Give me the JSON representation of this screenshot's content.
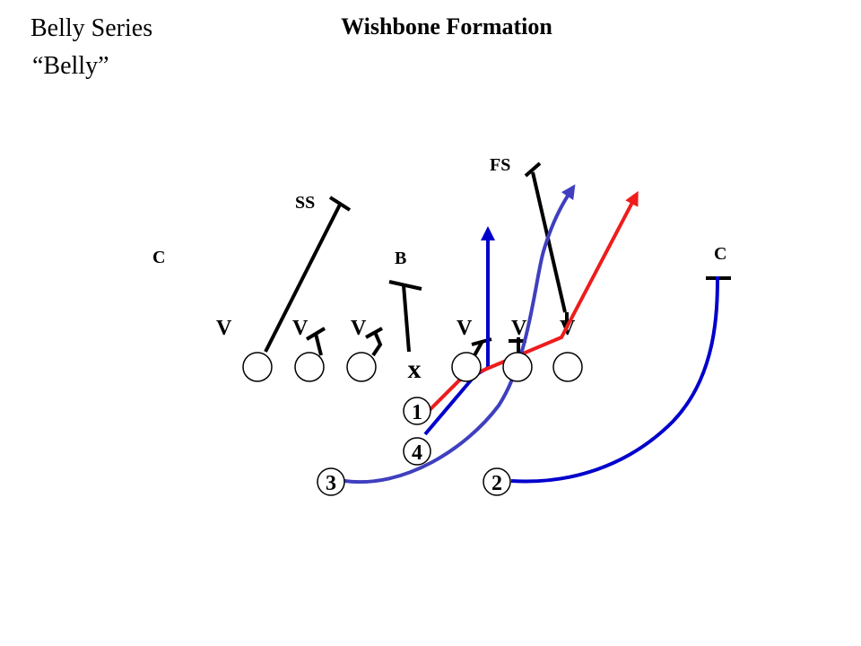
{
  "title": "Wishbone Formation",
  "series": {
    "line1": "Belly Series",
    "line2": "“Belly”"
  },
  "defense": {
    "ss": "SS",
    "fs": "FS",
    "corner_left": "C",
    "corner_right": "C",
    "backer": "B",
    "v1": "V",
    "v2": "V",
    "v3": "V",
    "v4": "V",
    "v5": "V",
    "v6": "V"
  },
  "offense": {
    "center": "x",
    "back1": "1",
    "back2": "2",
    "back3": "3",
    "back4": "4"
  },
  "colors": {
    "block": "#000000",
    "route_blue": "#0000cc",
    "route_red": "#ee1c1c",
    "route_purple": "#3f3fbf"
  }
}
